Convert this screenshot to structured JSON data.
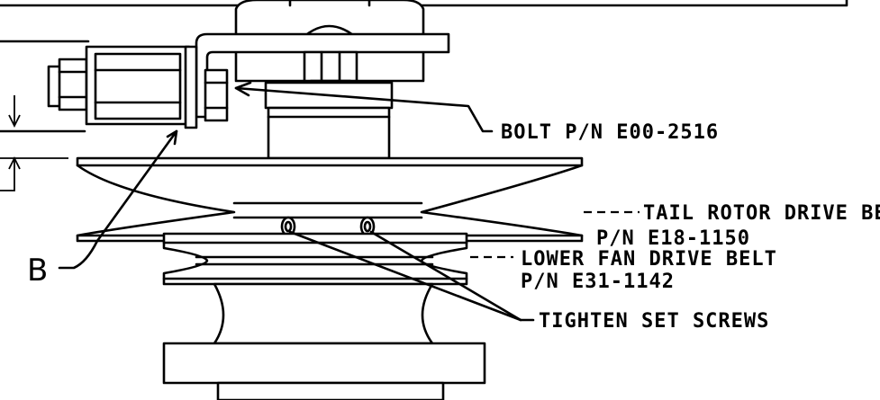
{
  "callouts": {
    "bolt": "BOLT P/N E00-2516",
    "tail_belt_line1": "TAIL ROTOR DRIVE BELT",
    "tail_belt_line2": "P/N E18-1150",
    "lower_belt_line1": "LOWER FAN DRIVE BELT",
    "lower_belt_line2": "P/N E31-1142",
    "set_screws": "TIGHTEN SET SCREWS",
    "detail_b": "B"
  },
  "colors": {
    "ink": "#000000",
    "paper": "#ffffff"
  }
}
